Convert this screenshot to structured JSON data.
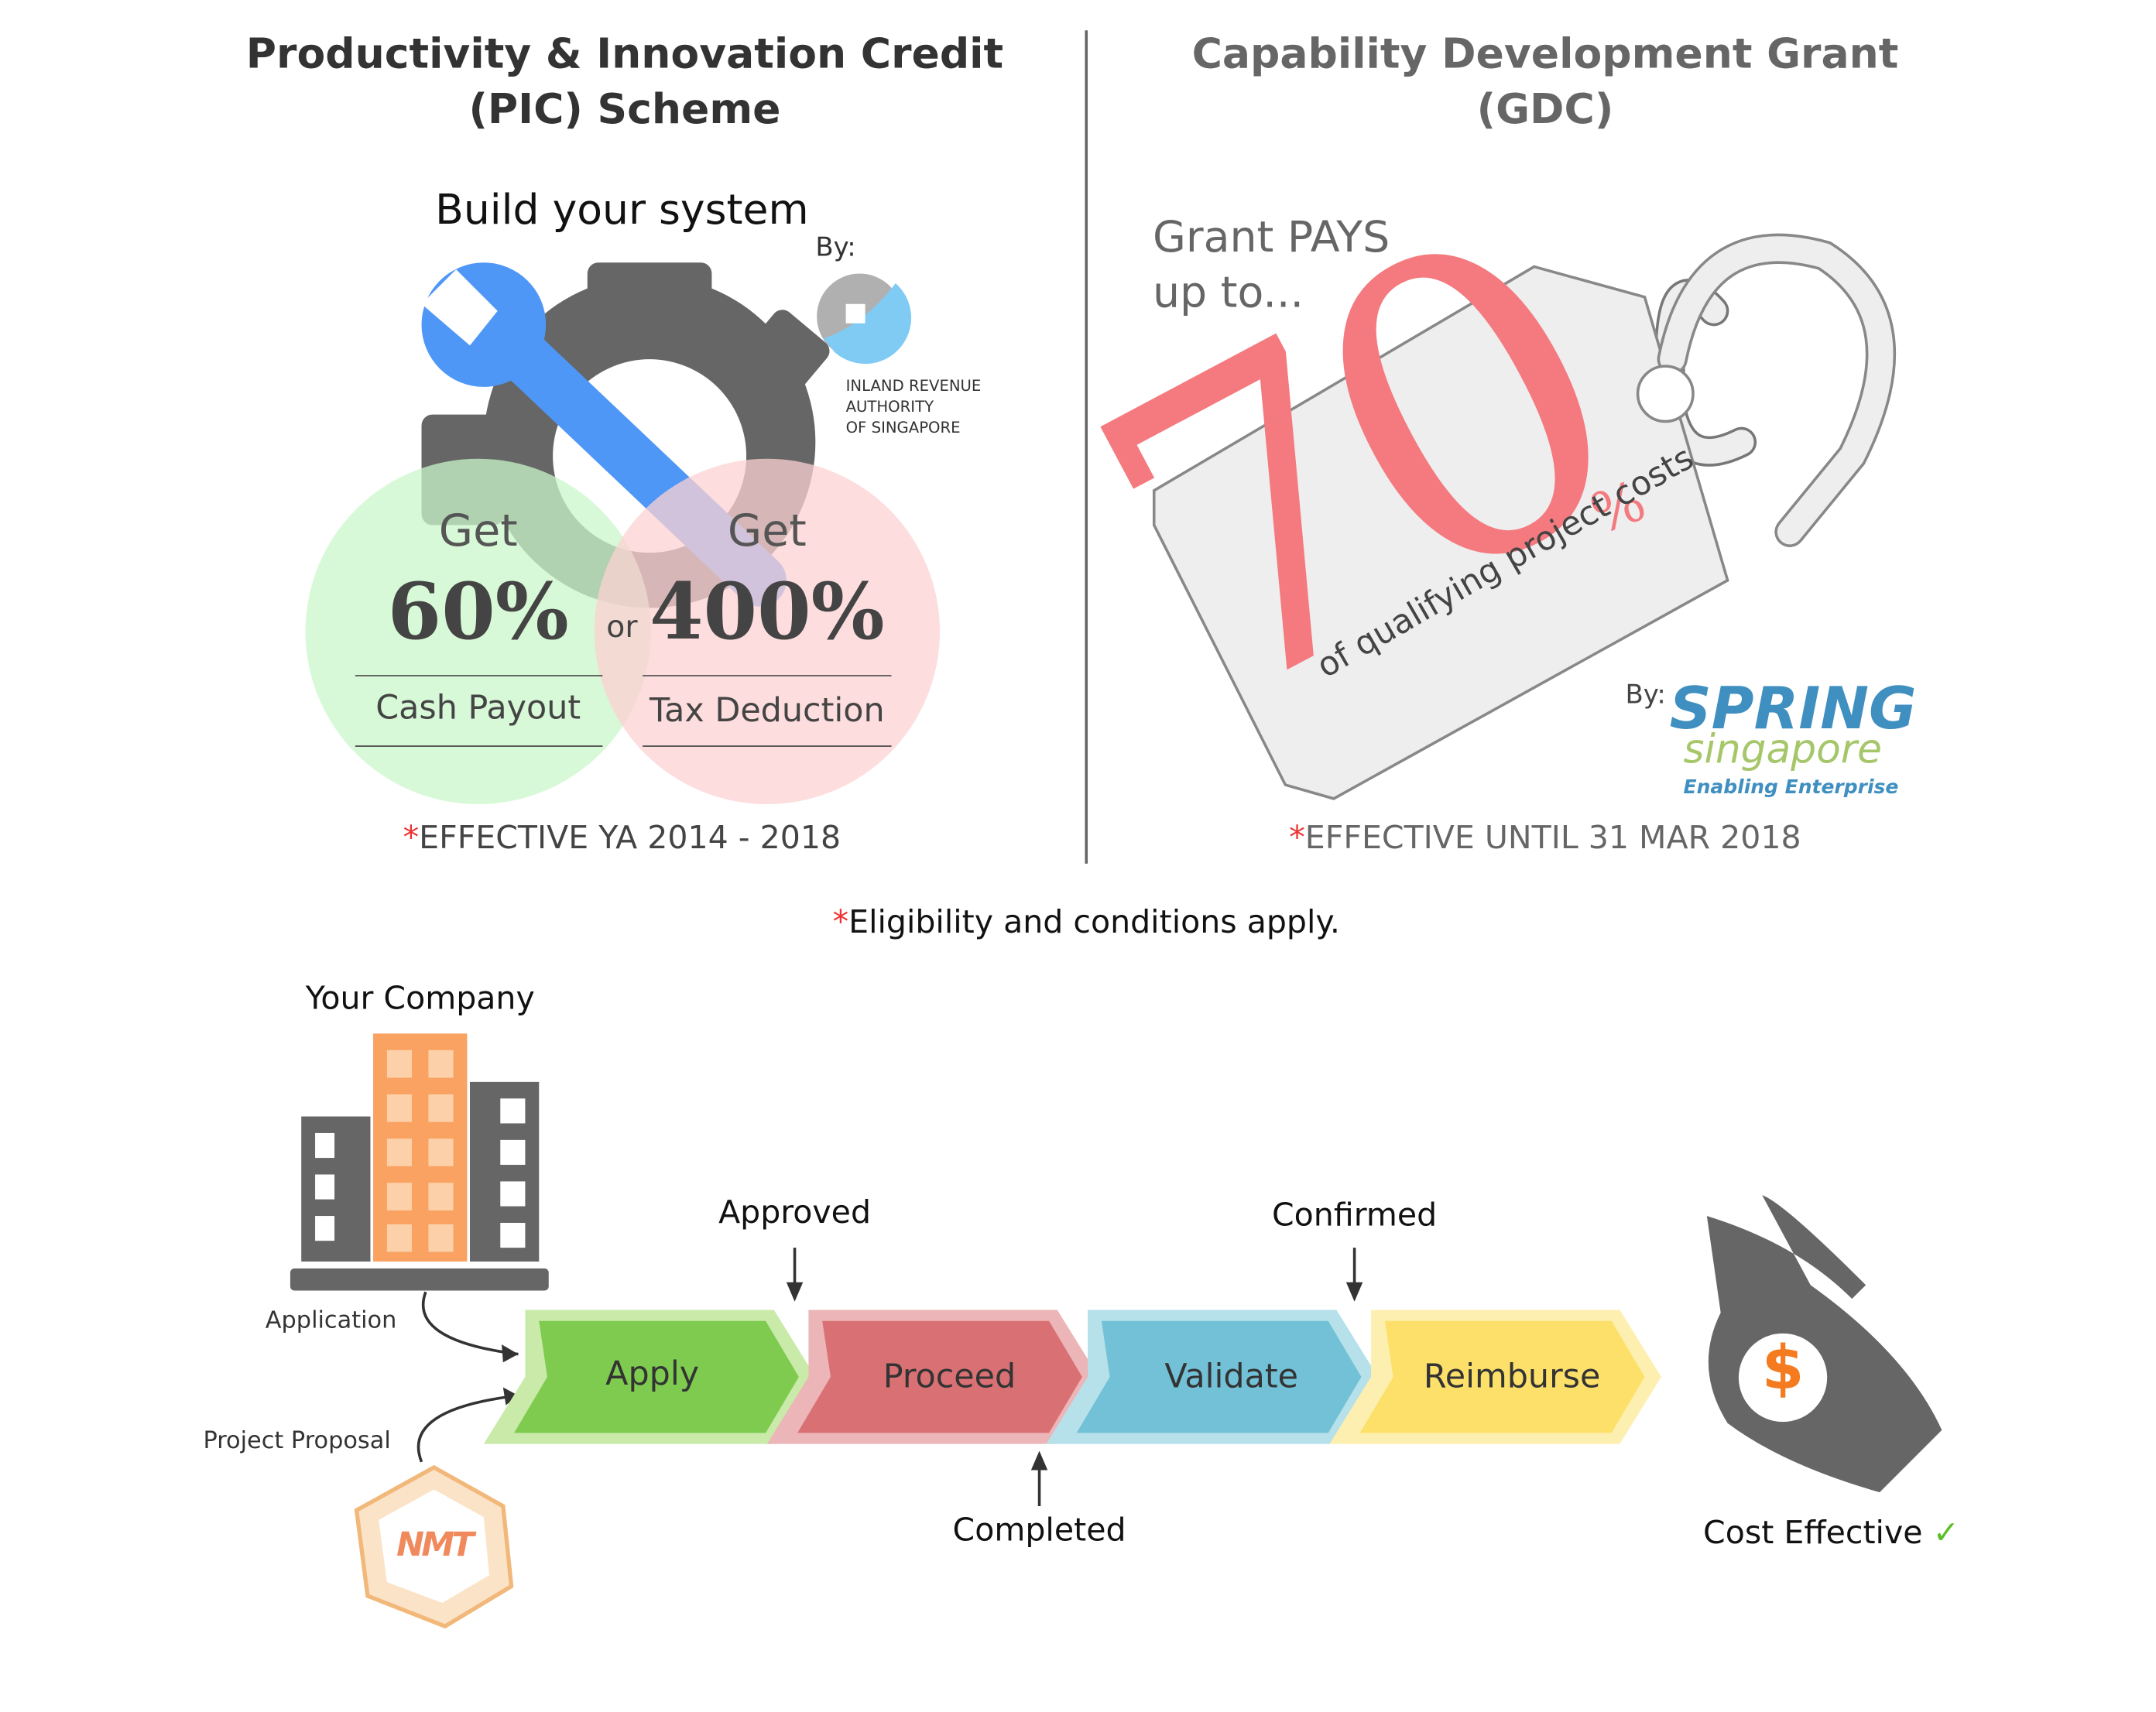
{
  "pic": {
    "title_line1": "Productivity & Innovation Credit",
    "title_line2": "(PIC) Scheme",
    "subtitle": "Build your system",
    "by_label": "By:",
    "agency_lines": [
      "INLAND REVENUE",
      "AUTHORITY",
      "OF SINGAPORE"
    ],
    "option1": {
      "get": "Get",
      "value": "60%",
      "label": "Cash Payout"
    },
    "or_label": "or",
    "option2": {
      "get": "Get",
      "value": "400%",
      "label": "Tax Deduction"
    },
    "effective": "EFFECTIVE YA 2014 - 2018"
  },
  "cdg": {
    "title_line1": "Capability Development Grant",
    "title_line2": "(GDC)",
    "intro_line1": "Grant PAYS",
    "intro_line2": "up to...",
    "value": "70",
    "percent": "%",
    "caption": "of qualifying project costs",
    "by_label": "By:",
    "logo": {
      "word1": "SPRING",
      "word2": "singapore",
      "tagline": "Enabling Enterprise"
    },
    "effective": "EFFECTIVE UNTIL 31 MAR 2018"
  },
  "asterisk": "*",
  "eligibility": "Eligibility and conditions apply.",
  "process": {
    "company_label": "Your Company",
    "inputs": [
      "Application",
      "Project Proposal"
    ],
    "proposal_logo": "NMT",
    "steps": [
      {
        "label": "Apply",
        "color": "#7ecb4f",
        "border": "#c9eaa9"
      },
      {
        "label": "Proceed",
        "color": "#d97074",
        "border": "#ecb5b7"
      },
      {
        "label": "Validate",
        "color": "#72c1d6",
        "border": "#b6e0ea"
      },
      {
        "label": "Reimburse",
        "color": "#fde06a",
        "border": "#fdefb0"
      }
    ],
    "milestones": {
      "approved": "Approved",
      "completed": "Completed",
      "confirmed": "Confirmed"
    },
    "outcome": "Cost Effective",
    "outcome_check": "✓",
    "dollar": "$"
  },
  "colors": {
    "accent_red": "#f47a7f",
    "wrench_blue": "#4f97f7",
    "gear_gray": "#666666",
    "iras_blue": "#7fcbf3",
    "spring_blue": "#3f8fc0",
    "spring_green": "#a6c66a",
    "building_orange": "#f9a262"
  }
}
